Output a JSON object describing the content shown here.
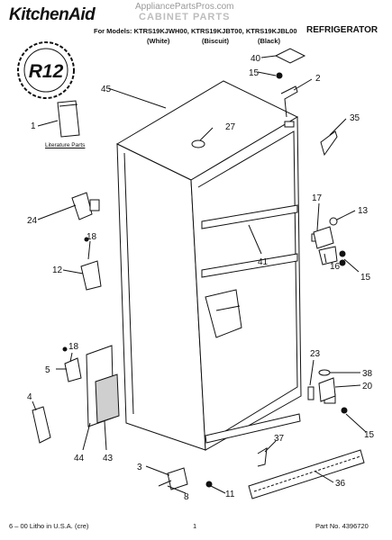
{
  "header": {
    "brand": "KitchenAid",
    "watermark": "AppliancePartsPros.com",
    "section_title": "CABINET PARTS",
    "models_prefix": "For Models:",
    "models": [
      "KTRS19KJWH00,",
      "KTRS19KJBT00,",
      "KTRS19KJBL00"
    ],
    "colors": [
      "(White)",
      "(Biscuit)",
      "(Black)"
    ],
    "category": "REFRIGERATOR"
  },
  "badge": {
    "text": "R12"
  },
  "literature_label": "Literature Parts",
  "callouts": {
    "c1": "1",
    "c2": "2",
    "c3": "3",
    "c4": "4",
    "c5": "5",
    "c8": "8",
    "c11": "11",
    "c12": "12",
    "c13": "13",
    "c15a": "15",
    "c15b": "15",
    "c15c": "15",
    "c16": "16",
    "c17": "17",
    "c18a": "18",
    "c18b": "18",
    "c20": "20",
    "c23": "23",
    "c24": "24",
    "c27": "27",
    "c35": "35",
    "c36": "36",
    "c37": "37",
    "c38": "38",
    "c40": "40",
    "c41": "41",
    "c43": "43",
    "c44": "44",
    "c45": "45"
  },
  "footer": {
    "litho": "6 – 00 Litho in U.S.A. (cre)",
    "page": "1",
    "part_no": "Part No. 4396720"
  }
}
